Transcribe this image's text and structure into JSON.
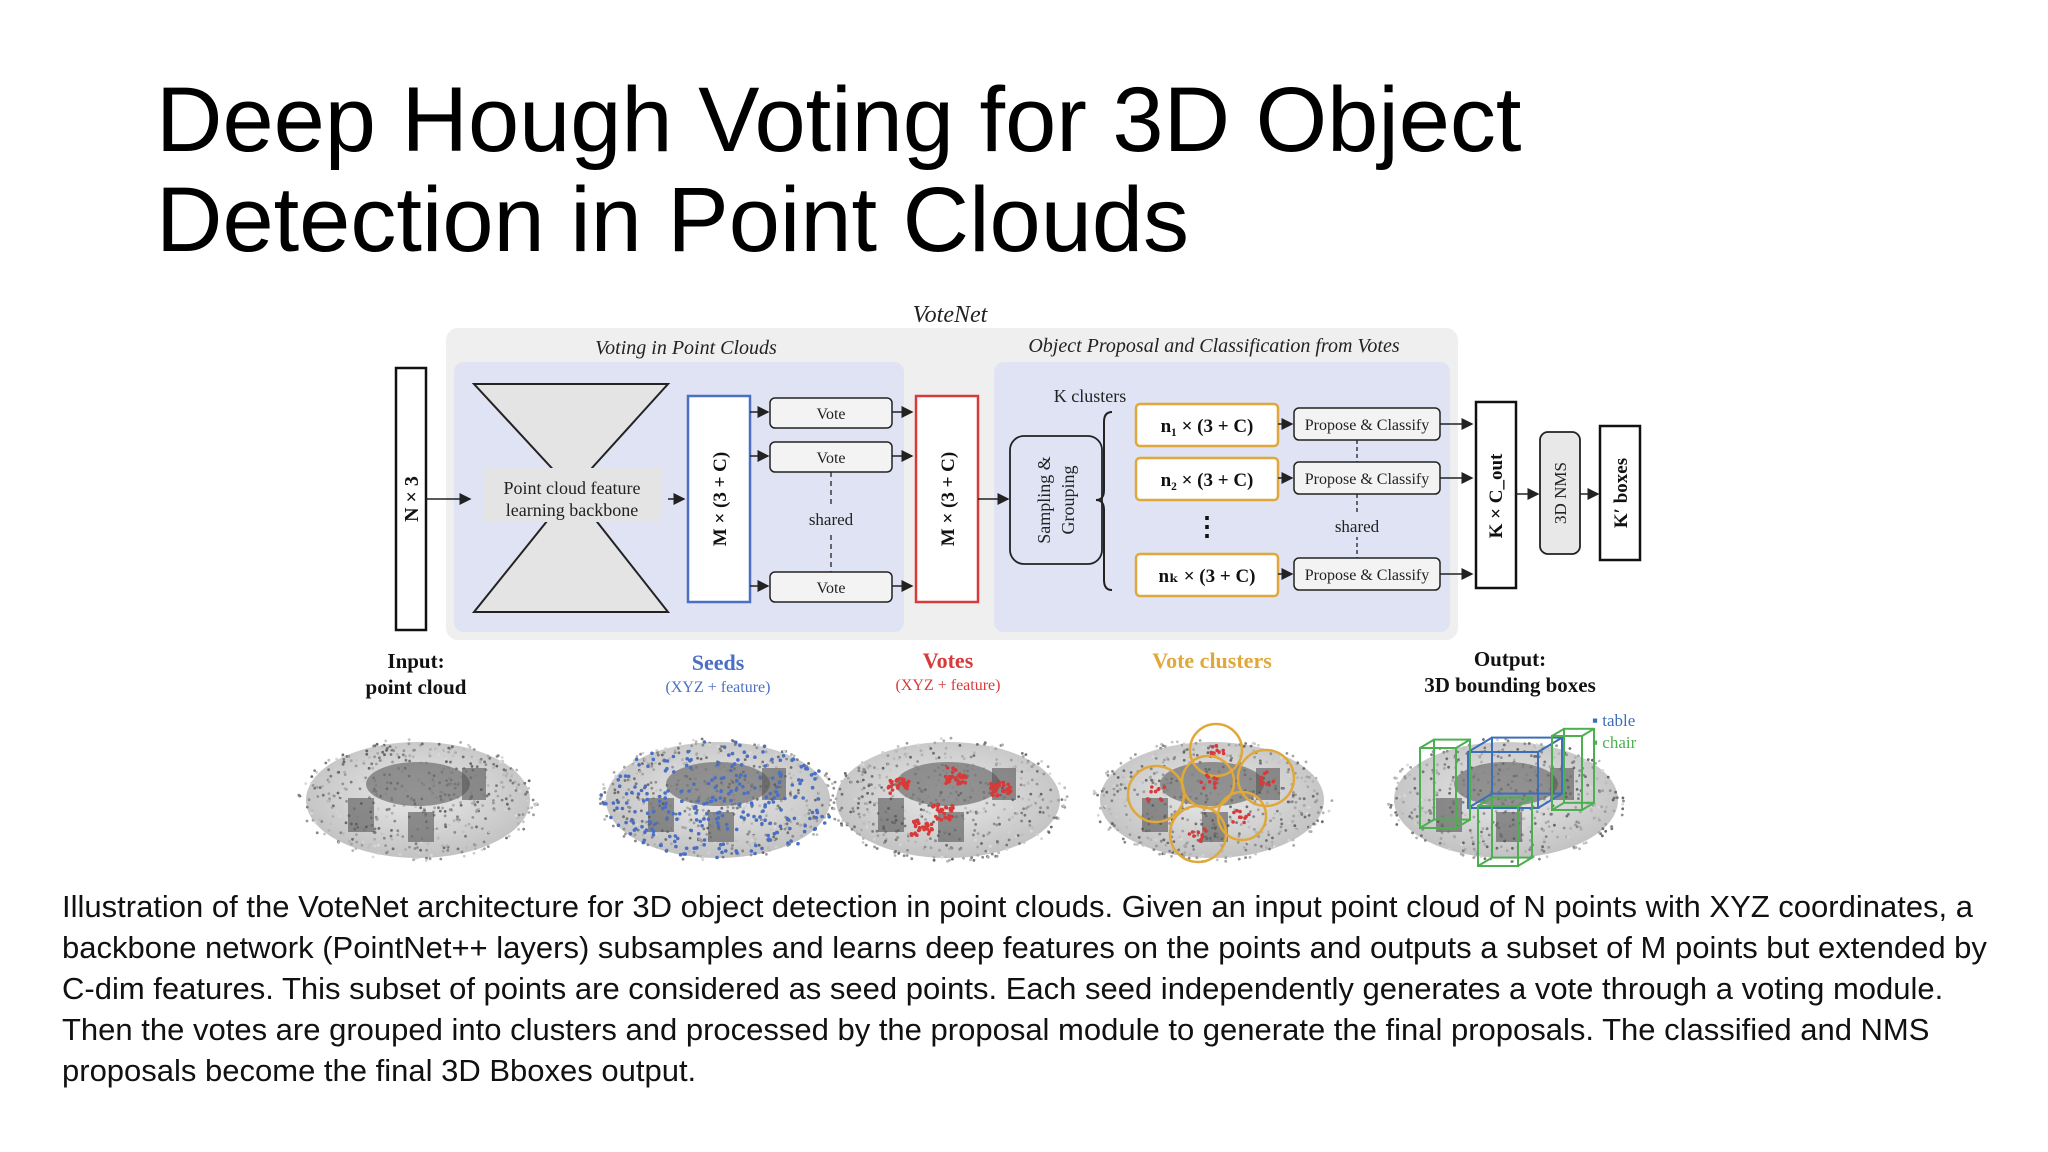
{
  "slide": {
    "title_line1": "Deep Hough Voting for 3D Object",
    "title_line2": "Detection in Point Clouds",
    "caption": "Illustration of the VoteNet architecture for 3D object detection in point clouds. Given an input point cloud of N points with XYZ coordinates, a backbone network (PointNet++ layers) subsamples and learns deep features on the points and outputs a subset of M points but extended by C-dim features. This subset of points are considered as seed points. Each seed independently generates a vote through a voting module. Then the votes are grouped into clusters and processed by the proposal module to generate the final proposals. The classified and NMS proposals become the final 3D Bboxes output."
  },
  "diagram": {
    "title": "VoteNet",
    "section_voting": "Voting in Point Clouds",
    "section_proposal": "Object Proposal and Classification from Votes",
    "input_block": "N × 3",
    "backbone_line1": "Point cloud feature",
    "backbone_line2": "learning backbone",
    "seed_block": "M × (3 + C)",
    "vote_block": "M × (3 + C)",
    "vote_label": "Vote",
    "shared_label": "shared",
    "k_clusters": "K clusters",
    "sampling_line1": "Sampling &",
    "sampling_line2": "Grouping",
    "cluster_1": "n₁ × (3 + C)",
    "cluster_2": "n₂ × (3 + C)",
    "cluster_k": "nₖ × (3 + C)",
    "dots": "⋮",
    "propose_label": "Propose & Classify",
    "kc_block": "K × C_out",
    "nms_block": "3D NMS",
    "kprime_block": "K′ boxes"
  },
  "panels": {
    "input_line1": "Input:",
    "input_line2": "point cloud",
    "seeds_line1": "Seeds",
    "seeds_line2": "(XYZ + feature)",
    "votes_line1": "Votes",
    "votes_line2": "(XYZ + feature)",
    "clusters_line1": "Vote clusters",
    "output_line1": "Output:",
    "output_line2": "3D bounding boxes",
    "legend_table": "▪ table",
    "legend_chair": "▪ chair"
  },
  "colors": {
    "seed_blue": "#4a6fc4",
    "vote_red": "#d83a3a",
    "cluster_gold": "#e0a83a",
    "section_bg": "#dfe3f3",
    "outer_bg": "#efefef",
    "legend_blue": "#3d6fb8",
    "legend_green": "#4caf50"
  }
}
